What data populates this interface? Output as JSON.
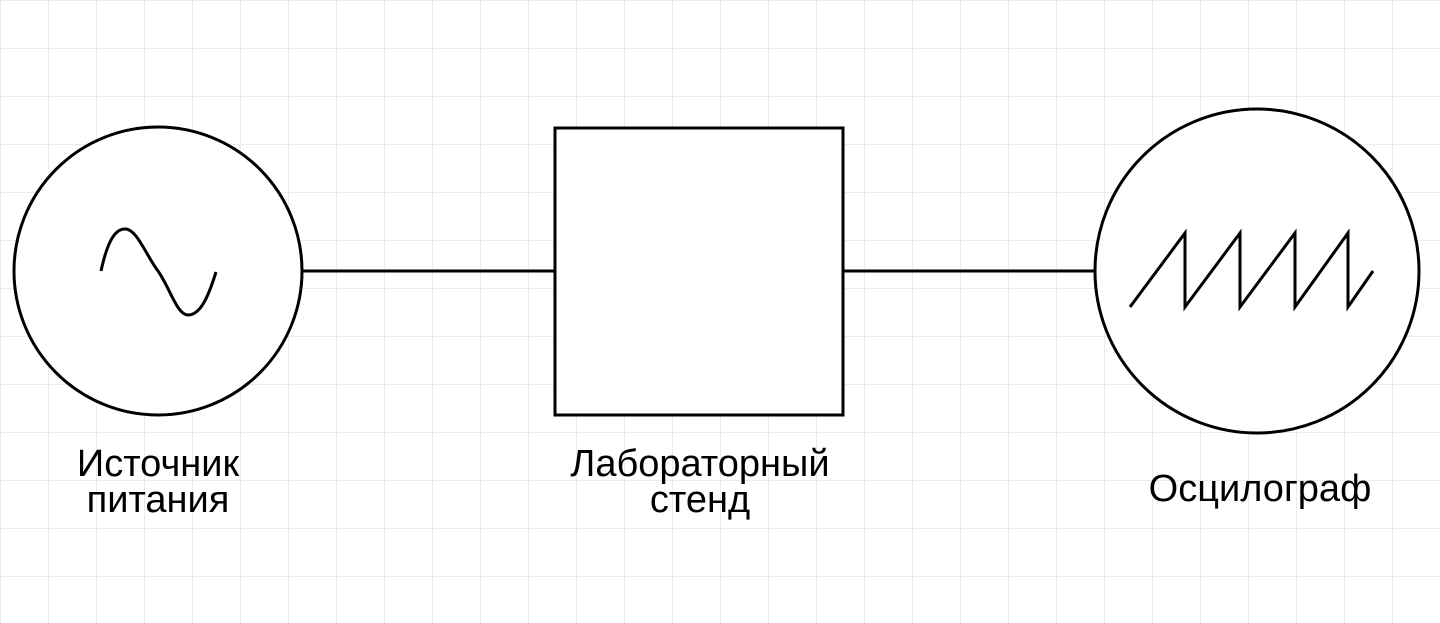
{
  "diagram": {
    "nodes": [
      {
        "id": "source",
        "label_lines": [
          "Источник",
          "питания"
        ],
        "symbol": "sine-wave-icon"
      },
      {
        "id": "stand",
        "label_lines": [
          "Лабораторный",
          "стенд"
        ],
        "symbol": "rectangle"
      },
      {
        "id": "oscilloscope",
        "label_lines": [
          "Осцилограф"
        ],
        "symbol": "sawtooth-wave-icon"
      }
    ],
    "edges": [
      {
        "from": "source",
        "to": "stand"
      },
      {
        "from": "stand",
        "to": "oscilloscope"
      }
    ],
    "colors": {
      "stroke": "#000000",
      "background": "#ffffff",
      "grid": "#ebebeb"
    }
  }
}
